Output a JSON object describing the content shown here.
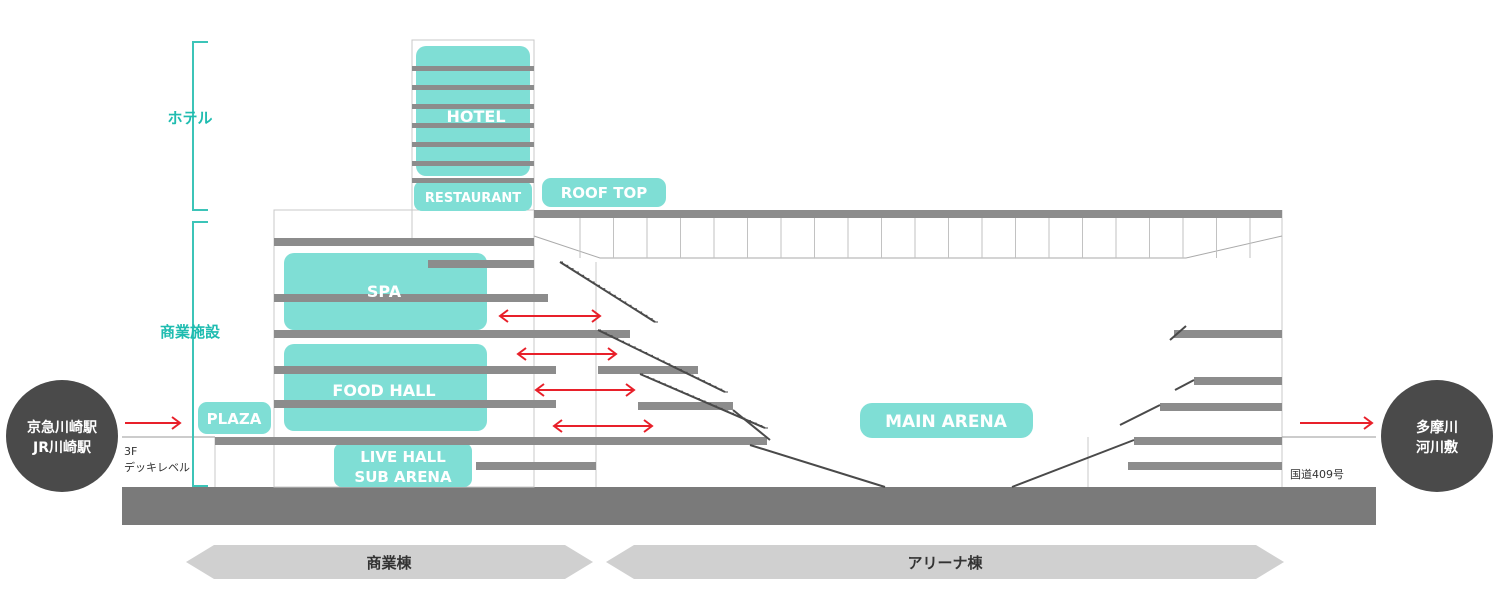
{
  "labels": {
    "hotel_zone": "ホテル",
    "commercial_zone": "商業施設",
    "hotel": "HOTEL",
    "restaurant": "RESTAURANT",
    "roof_top": "ROOF TOP",
    "spa": "SPA",
    "food_hall": "FOOD HALL",
    "plaza": "PLAZA",
    "live_hall_1": "LIVE HALL",
    "live_hall_2": "SUB ARENA",
    "main_arena": "MAIN ARENA",
    "deck_1": "3F",
    "deck_2": "デッキレベル",
    "route": "国道409号"
  },
  "left_station": {
    "line1": "京急川崎駅",
    "line2": "JR川崎駅"
  },
  "right_station": {
    "line1": "多摩川",
    "line2": "河川敷"
  },
  "bottom": {
    "commercial_building": "商業棟",
    "arena_building": "アリーナ棟"
  },
  "colors": {
    "teal": "#7fded5",
    "teal_text": "#1fbcb0",
    "dark": "#4a4a4a",
    "gray": "#8c8c8c",
    "ground": "#7a7a7a",
    "arrow_red": "#e8202a",
    "label_gray": "#d0d0d0"
  }
}
